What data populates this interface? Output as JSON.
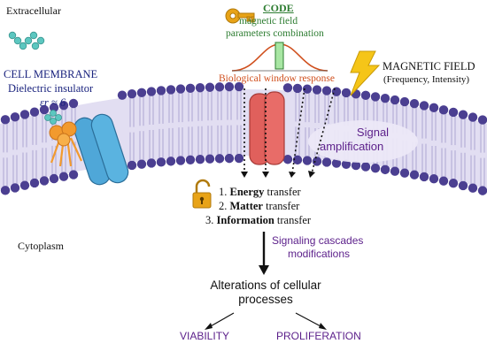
{
  "regions": {
    "extracellular": "Extracellular",
    "cytoplasm": "Cytoplasm"
  },
  "membrane": {
    "title": "CELL MEMBRANE",
    "subtitle": "Dielectric insulator",
    "permittivity": "εr ≈ 6"
  },
  "code": {
    "title": "CODE",
    "line1": "magnetic field",
    "line2": "parameters combination"
  },
  "bio_window": "Biological window response",
  "magnetic_field": {
    "title": "MAGNETIC FIELD",
    "subtitle": "(Frequency, Intensity)"
  },
  "signal_amp": {
    "line1": "Signal",
    "line2": "amplification"
  },
  "transfers": [
    {
      "num": "1. ",
      "bold": "Energy",
      "rest": " transfer"
    },
    {
      "num": "2. ",
      "bold": "Matter",
      "rest": " transfer"
    },
    {
      "num": "3. ",
      "bold": "Information",
      "rest": " transfer"
    }
  ],
  "signaling": {
    "line1": "Signaling cascades",
    "line2": "modifications"
  },
  "alterations": {
    "line1": "Alterations of cellular",
    "line2": "processes"
  },
  "outcomes": {
    "viability": "VIABILITY",
    "proliferation": "PROLIFERATION"
  },
  "colors": {
    "code_green": "#2e7d32",
    "window_orange": "#d0501e",
    "purple_text": "#5b1f8a",
    "lipid_head": "#4b3f91",
    "membrane_fill": "#d9d4ee",
    "channel_blue": "#4fa7d8",
    "channel_red": "#e0605c",
    "receptor_orange": "#f29a2e",
    "ligand_teal": "#5cc7c0",
    "bolt_yellow": "#f5c518",
    "key_gold": "#e8a317"
  },
  "icons": [
    "key-icon",
    "lightning-icon",
    "padlock-icon",
    "ligand-icon"
  ]
}
